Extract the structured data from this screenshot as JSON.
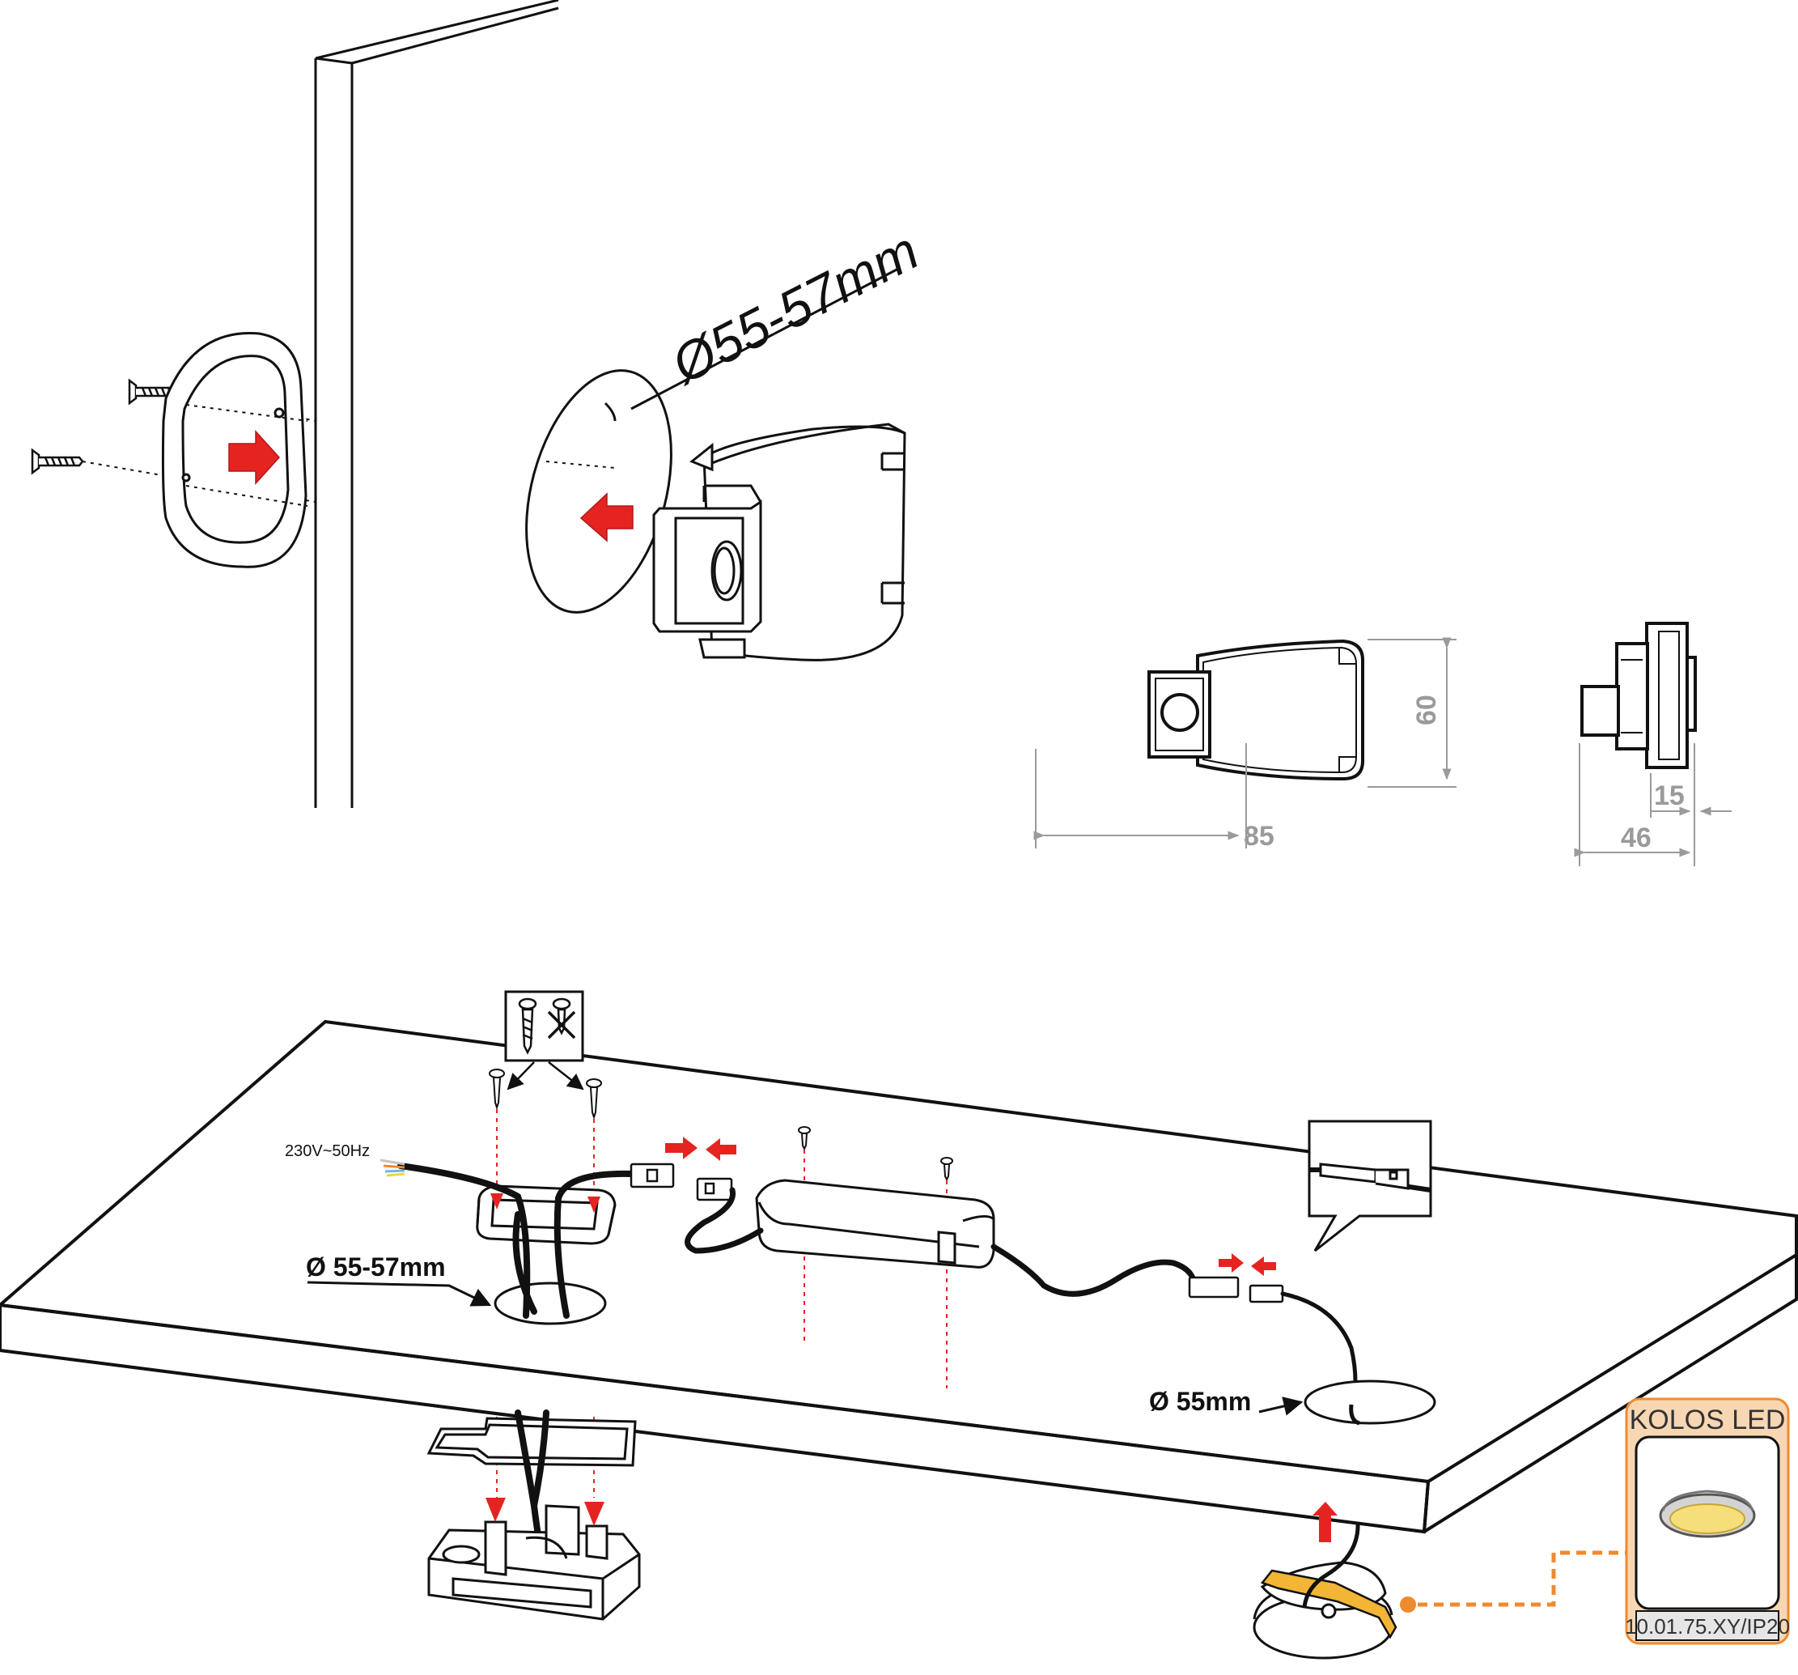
{
  "colors": {
    "arrow_red": "#e52421",
    "accent_orange": "#ef8a2e",
    "badge_fill": "#f7d7b3",
    "dimension_gray": "#9a9a9a",
    "outline": "#111111",
    "clip_yellow": "#f2b535"
  },
  "icons": {
    "screw_ok": "flat-head-screw-icon",
    "screw_not": "crossed-screw-icon"
  },
  "wall_mount": {
    "diameter_label": "Ø55-57mm"
  },
  "dimensions": {
    "front_height": "60",
    "front_width": "85",
    "side_depth": "46",
    "side_thickness": "15"
  },
  "shelf": {
    "power_label": "230V~50Hz",
    "hole_left_label": "Ø 55-57mm",
    "hole_right_label": "Ø 55mm"
  },
  "product_badge": {
    "name": "KOLOS LED",
    "code": "10.01.75.XY/IP20"
  }
}
